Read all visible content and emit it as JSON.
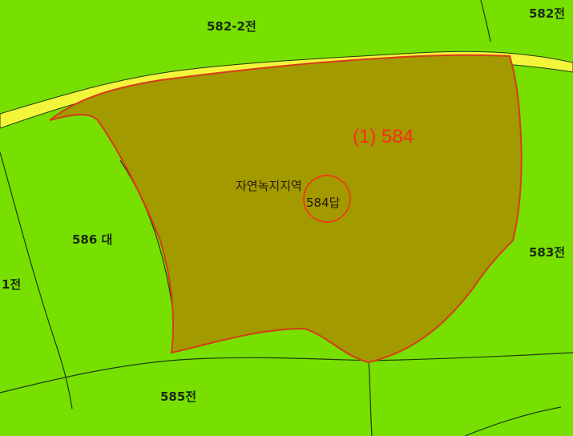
{
  "map": {
    "colors": {
      "land": "#77e000",
      "subject_parcel_fill": "#a39a00",
      "subject_parcel_border": "#d63b1a",
      "road": "#f3f53a",
      "boundary_line": "#1f3d10",
      "label_text": "#1b2a10",
      "highlight_text": "#ff2a1a",
      "marker_circle": "#ff2a1a"
    },
    "highlight_label": "(1) 584",
    "zone_label": "자연녹지지역",
    "subject_parcel_label": "584답",
    "parcel_labels": {
      "p582_2": "582-2전",
      "p582": "582전",
      "p586": "586 대",
      "p583": "583전",
      "p585": "585전",
      "p581_partial": "1전"
    }
  }
}
